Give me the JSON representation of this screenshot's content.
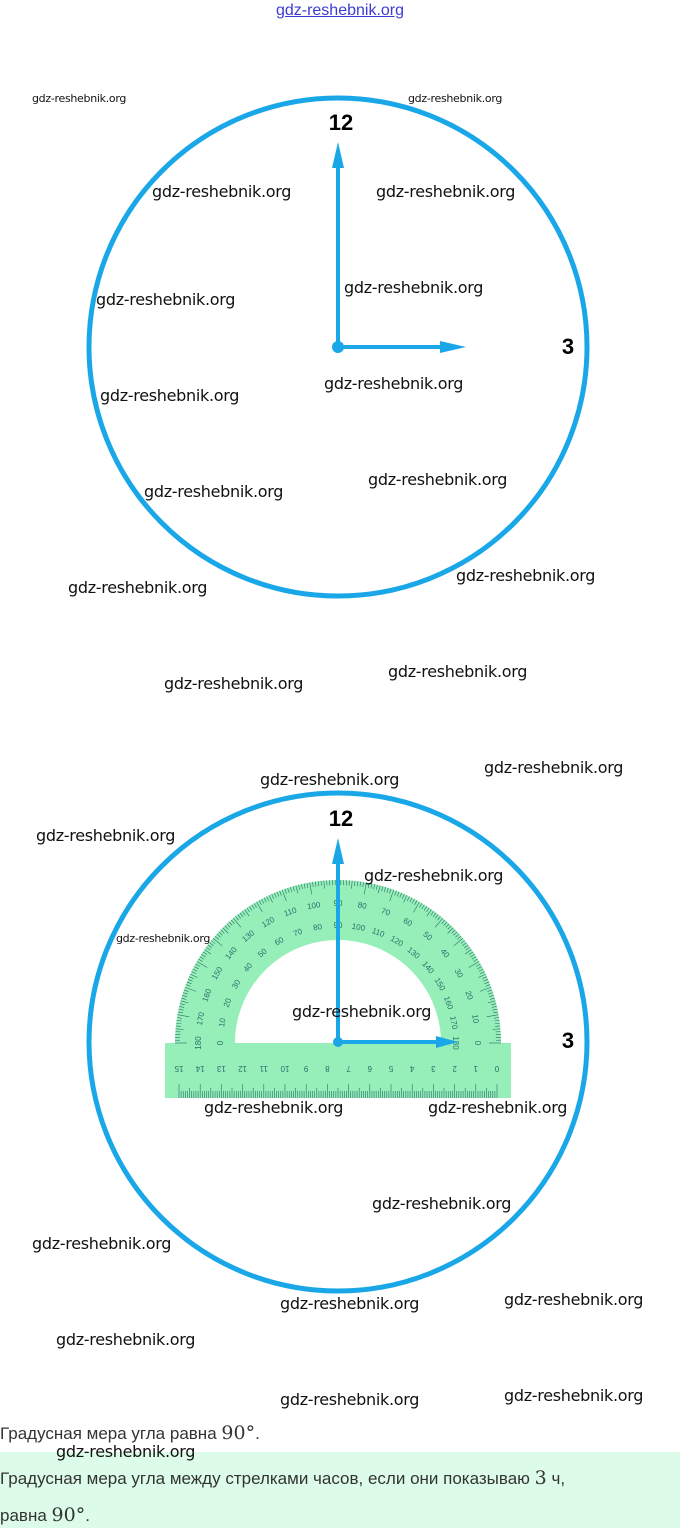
{
  "header": {
    "site_link": "gdz-reshebnik.org"
  },
  "clock1": {
    "label_12": "12",
    "label_3": "3"
  },
  "clock2": {
    "label_12": "12",
    "label_3": "3"
  },
  "protractor": {
    "outer_scale": [
      "0",
      "10",
      "20",
      "30",
      "40",
      "50",
      "60",
      "70",
      "80",
      "90",
      "100",
      "110",
      "120",
      "130",
      "140",
      "150",
      "160",
      "170",
      "180"
    ],
    "ruler": [
      "0",
      "1",
      "2",
      "3",
      "4",
      "5",
      "6",
      "7",
      "8",
      "9",
      "10",
      "11",
      "12",
      "13",
      "14",
      "15"
    ]
  },
  "watermark": "gdz-reshebnik.org",
  "colors": {
    "clock": "#1aa7e8",
    "protractor": "#96efb9",
    "answer_bg": "#dcfbe8"
  },
  "answer": {
    "line1": "Градусная мера угла равна",
    "value1": "90°",
    "line2a": "Градусная мера угла между стрелками часов, если они показываю",
    "hours": "3",
    "line2b": "ч,",
    "line3": "равна",
    "value3": "90°"
  }
}
